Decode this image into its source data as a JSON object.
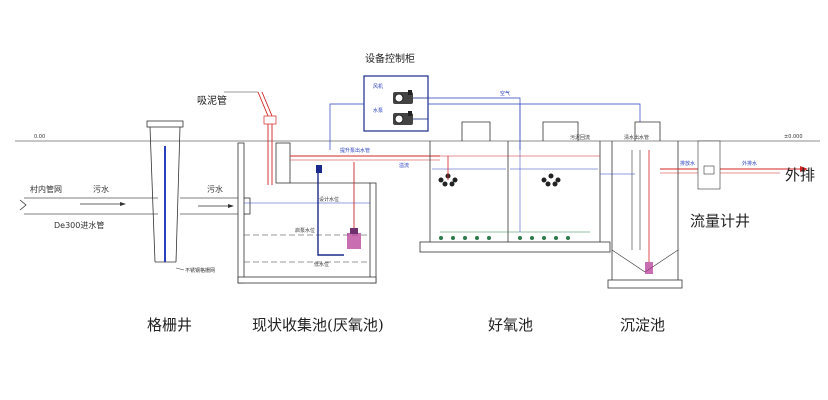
{
  "title": "设备控制柜",
  "control_cabinet": {
    "label_fan": "风机",
    "label_pump": "水泵"
  },
  "sludge_pipe": "吸泥管",
  "ground_left": "0.00",
  "ground_right": "±0.000",
  "inlet": {
    "village_pipe": "村内管网",
    "sewage": "污水",
    "pipe_spec": "De300进水管"
  },
  "screen_well": {
    "sewage_out": "污水",
    "grid_note": "不锈钢格栅网",
    "name": "格栅井"
  },
  "collection_tank": {
    "name": "现状收集池(厌氧池)",
    "top_label": "提升泵出水管",
    "overflow": "溢流",
    "water_level": "设计水位",
    "pump_start": "启泵水位",
    "low_level": "低水位"
  },
  "aerobic_tank": {
    "name": "好氧池",
    "air_label": "空气",
    "return_label": "污泥回流"
  },
  "sedimentation_tank": {
    "name": "沉淀池",
    "outlet_label": "清水出水管"
  },
  "flow_meter": {
    "name": "流量计井",
    "discharge_in": "排放水",
    "discharge_out": "外排水"
  },
  "outlet": "外排"
}
